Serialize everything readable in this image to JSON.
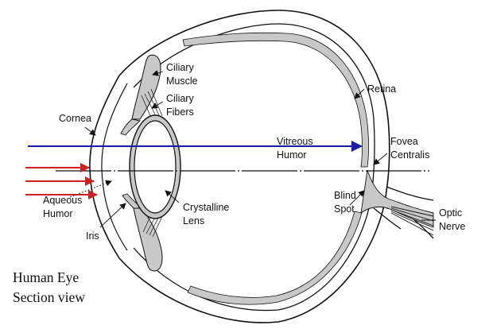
{
  "labels": {
    "ciliary_muscle": [
      "Ciliary",
      "Muscle"
    ],
    "ciliary_fibers": [
      "Ciliary",
      "Fibers"
    ],
    "cornea": "Cornea",
    "retina": "Retina",
    "vitreous_humor": [
      "Vitreous",
      "Humor"
    ],
    "fovea_centralis": [
      "Fovea",
      "Centralis"
    ],
    "aqueous_humor": [
      "Aqueous",
      "Humor"
    ],
    "blind_spot": [
      "Blind",
      "Spot"
    ],
    "crystalline_lens": [
      "Crystalline",
      "Lens"
    ],
    "optic_nerve": [
      "Optic",
      "Nerve"
    ],
    "iris": "Iris"
  },
  "caption": [
    "Human Eye",
    "Section view"
  ],
  "colors": {
    "stroke": "#111111",
    "tissue_gray": "#c8c8c8",
    "visual_axis": "#1a1aa8",
    "incoming_rays": "#d11f1f"
  }
}
